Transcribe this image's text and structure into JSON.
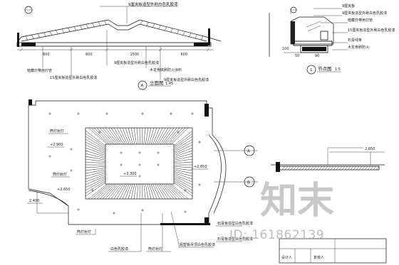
{
  "section_a": {
    "title": "立面图",
    "marker": "A",
    "scale": "1:45",
    "top_label": "9厘夹板造型外刷白色乳胶漆",
    "label_left1": "暗藏灯带用灯管",
    "label_left2": "15厘夹板造型外刷白色乳胶漆",
    "label_mid": "9厘夹板造型外刷白色乳胶漆",
    "label_right": "木龙骨底刷防火涂料",
    "dims": [
      "600",
      "600",
      "1500",
      "600"
    ]
  },
  "detail": {
    "title": "节点图",
    "marker": "1",
    "scale": "1:5",
    "labels": [
      "9厘夹板",
      "9厘夹板造型外刷白色乳胶漆",
      "暗藏灯带用灯管",
      "15厘夹板造型外刷白色乳胶漆",
      "石膏线条",
      "木龙骨刷防火"
    ],
    "dims": [
      "100",
      "50",
      "90"
    ]
  },
  "plan": {
    "labels": {
      "rim_light_top": "筒灯射灯",
      "rim_light_mid": "筒灯射灯",
      "ceiling_bottom": "筒灯射灯",
      "spot_bottom": "筒灯射灯",
      "mat1": "石膏板造型白色乳胶漆",
      "mat2": "铝塑板吊顶白色乳胶漆",
      "mat3": "石膏板造型白色乳胶漆",
      "mat4": "白色乳胶漆"
    },
    "elevations": [
      "+2.900",
      "+3.300",
      "+2.850",
      "+2.650",
      "2.400"
    ],
    "markers": [
      "A",
      "B"
    ]
  },
  "partial": {
    "mid": "2.850",
    "table": [
      "设计人",
      "复核人"
    ]
  },
  "watermark": {
    "brand": "知末",
    "id": "ID: 161862139"
  }
}
